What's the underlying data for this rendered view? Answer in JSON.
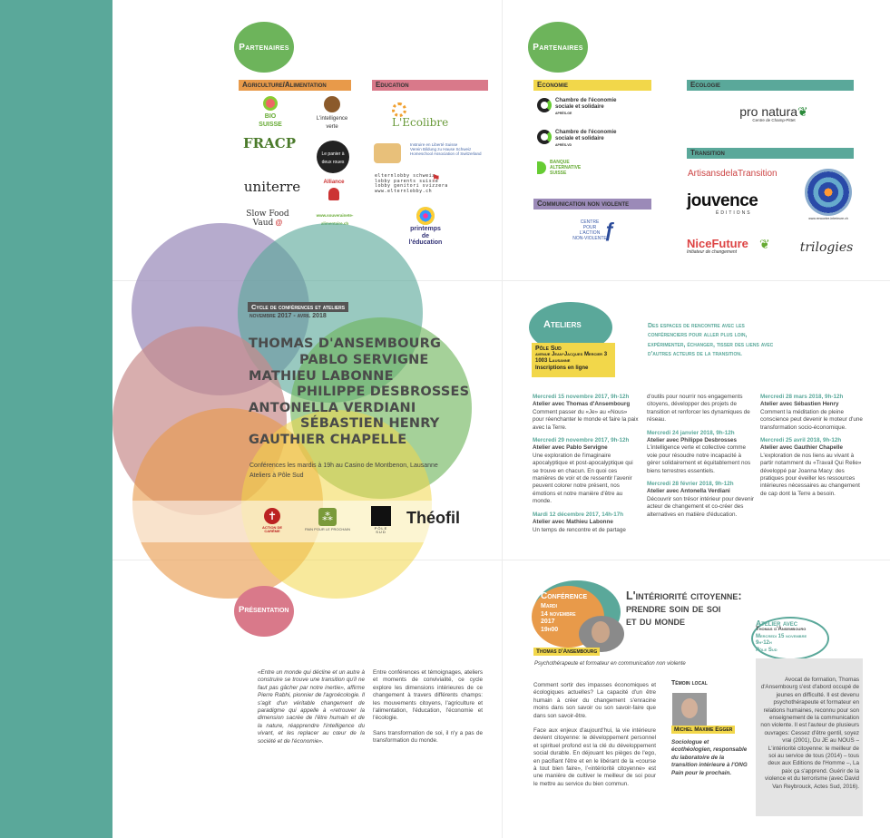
{
  "partners_left": {
    "heading": "Partenaires",
    "categories": {
      "agri": "Agriculture/Alimentation",
      "education": "Education"
    },
    "agri_logos": [
      "BIO SUISSE",
      "L'intelligence verte",
      "FRACP",
      "Le panier à deux roues",
      "uniterre",
      "Alliance",
      "Slow Food Vaud",
      "www.souverainete-alimentaire.ch"
    ],
    "edu_logos": {
      "ecolibre": "L'Ecolibre",
      "instruire": [
        "Instruire en Liberté Suisse",
        "Verein Bildung zu Hause Schweiz",
        "Homeschool Association of Switzerland"
      ],
      "elternlobby": [
        "elternlobby  schweiz",
        "lobby parents  suisse",
        "lobby genitori  svizzera",
        "www.elternlobby.ch"
      ],
      "printemps": [
        "printemps",
        "de l'éducation"
      ]
    }
  },
  "partners_right": {
    "heading": "Partenaires",
    "categories": {
      "economie": "Economie",
      "ecologie": "Ecologie",
      "cnv": "Communication non violente",
      "transition": "Transition"
    },
    "chambre": [
      "Chambre de l'économie",
      "sociale et solidaire",
      "APRÈS-GE"
    ],
    "chambre_vd": [
      "Chambre de l'économie",
      "sociale et solidaire",
      "APRÈS-VD"
    ],
    "banque": [
      "BANQUE",
      "ALTERNATIVE",
      "SUISSE"
    ],
    "cnv_logo": [
      "CENTRE",
      "POUR",
      "L'ACTION",
      "NON-VIOLENTE"
    ],
    "pronatura": [
      "pro natura",
      "Centre de Champ-Pittet"
    ],
    "artisans": "ArtisansdelaTransition",
    "jouvence": [
      "jouvence",
      "ÉDITIONS"
    ],
    "nicefuture": [
      "NiceFuture",
      "Initiateur de changement"
    ],
    "trilogies": "trilogies",
    "mandala_url": "www.rencontre-interieure.ch"
  },
  "cover": {
    "cycle": "Cycle de conférences et ateliers",
    "period": "novembre 2017 - avril 2018",
    "speakers": [
      "THOMAS D'ANSEMBOURG",
      "PABLO SERVIGNE",
      "MATHIEU LABONNE",
      "PHILIPPE DESBROSSES",
      "ANTONELLA VERDIANI",
      "SÉBASTIEN HENRY",
      "GAUTHIER CHAPELLE"
    ],
    "info1": "Conférences les mardis à 19h au Casino de Montbenon, Lausanne",
    "info2": "Ateliers à Pôle Sud",
    "sponsors": [
      "ACTION DE CARÊME",
      "PAIN POUR LE PROCHAIN",
      "PÔLE SUD",
      "Théofil"
    ]
  },
  "ateliers": {
    "heading": "Ateliers",
    "intro": "Des espaces de rencontre avec les conférenciers pour aller plus loin, expérimenter, échanger, tisser des liens avec d'autres acteurs de la transition.",
    "venue": [
      "Pôle Sud",
      "avenue Jean-Jacques Mercier 3",
      "1003 Lausanne",
      "Inscriptions en ligne"
    ],
    "col1": [
      {
        "date": "Mercredi 15 novembre 2017, 9h-12h",
        "title": "Atelier avec Thomas d'Ansembourg",
        "text": "Comment passer du «Je» au «Nous» pour réenchanter le monde et faire la paix avec la Terre."
      },
      {
        "date": "Mercredi 29 novembre 2017, 9h-12h",
        "title": "Atelier avec Pablo Servigne",
        "text": "Une exploration de l'imaginaire apocalyptique et post-apocalyptique qui se trouve en chacun. En quoi ces manières de voir et de ressentir l'avenir peuvent colorer notre présent, nos émotions et notre manière d'être au monde."
      },
      {
        "date": "Mardi 12 décembre 2017, 14h-17h",
        "title": "Atelier avec Mathieu Labonne",
        "text": "Un temps de rencontre et de partage"
      }
    ],
    "col2": [
      {
        "date": "",
        "title": "",
        "text": "d'outils pour nourrir nos engagements citoyens, développer des projets de transition et renforcer les dynamiques de réseau."
      },
      {
        "date": "Mercredi 24 janvier 2018, 9h-12h",
        "title": "Atelier avec Philippe Desbrosses",
        "text": "L'intelligence verte et collective comme voie pour résoudre notre incapacité à gérer solidairement et équitablement nos biens terrestres essentiels."
      },
      {
        "date": "Mercredi 28 février 2018, 9h-12h",
        "title": "Atelier avec Antonella Verdiani",
        "text": "Découvrir son trésor intérieur pour devenir acteur de changement et co-créer des alternatives en matière d'éducation."
      }
    ],
    "col3": [
      {
        "date": "Mercredi 28 mars 2018, 9h-12h",
        "title": "Atelier avec Sébastien Henry",
        "text": "Comment la méditation de pleine conscience peut devenir le moteur d'une transformation socio-économique."
      },
      {
        "date": "Mercredi 25 avril 2018, 9h-12h",
        "title": "Atelier avec Gauthier Chapelle",
        "text": "L'exploration de nos liens au vivant à partir notamment du «Travail Qui Relie» développé par Joanna Macy: des pratiques pour éveiller les ressources intérieures nécessaires au changement de cap dont la Terre a besoin."
      }
    ]
  },
  "presentation": {
    "heading": "Présentation",
    "col1": "«Entre un monde qui décline et un autre à construire se trouve une transition qu'il ne faut pas gâcher par notre inertie», affirme Pierre Rabhi, pionnier de l'agroécologie. Il s'agit d'un véritable changement de paradigme qui appelle à «retrouver la dimension sacrée de l'être humain et de la nature, réapprendre l'intelligence du vivant, et les replacer au cœur de la société et de l'économie».",
    "col2a": "Entre conférences et témoignages, ateliers et moments de convivialité, ce cycle explore les dimensions intérieures de ce changement à travers différents champs: les mouvements citoyens, l'agriculture et l'alimentation, l'éducation, l'économie et l'écologie.",
    "col2b": "Sans transformation de soi, il n'y a pas de transformation du monde."
  },
  "conference": {
    "label": "Conférence",
    "day": "Mardi",
    "date": "14 novembre",
    "year": "2017",
    "time": "19h00",
    "speaker_tag": "Thomas d'Ansembourg",
    "title_line1": "L'intériorité citoyenne:",
    "title_line2": "prendre soin de soi",
    "title_line3": "et du monde",
    "subtitle": "Psychothérapeute et formateur en communication non violente",
    "para1": "Comment sortir des impasses économiques et écologiques actuelles? La capacité d'un être humain à créer du changement s'enracine moins dans son savoir ou son savoir-faire que dans son savoir-être.",
    "para2": "Face aux enjeux d'aujourd'hui, la vie intérieure devient citoyenne: le développement personnel et spirituel profond est la clé du développement social durable. En déjouant les pièges de l'ego, en pacifiant l'être et en le libérant de la «course à tout bien faire», l'«intériorité citoyenne» est une manière de cultiver le meilleur de soi pour le mettre au service du bien commun.",
    "witness_heading": "Témoin local",
    "witness_name": "Michel Maxime Egger",
    "witness_desc": "Sociologue et écothéologien, responsable du laboratoire de la transition intérieure à l'ONG Pain pour le prochain.",
    "atelier_box": [
      "Atelier avec",
      "Thomas d'Ansembourg",
      "Mercredi 15 novembre",
      "9h-12h",
      "Pôle Sud"
    ],
    "bio": "Avocat de formation, Thomas d'Ansembourg s'est d'abord occupé de jeunes en difficulté. Il est devenu psychothérapeute et formateur en relations humaines, reconnu pour son enseignement de la communication non violente. Il est l'auteur de plusieurs ouvrages: Cessez d'être gentil, soyez vrai (2001), Du JE au NOUS – L'intériorité citoyenne: le meilleur de soi au service de tous (2014) – tous deux aux Editions de l'Homme –, La paix ça s'apprend. Guérir de la violence et du terrorisme (avec David Van Reybrouck, Actes Sud, 2016)."
  },
  "colors": {
    "teal": "#5aa89a",
    "green": "#6db45b",
    "orange": "#e89a4a",
    "pink": "#d9798a",
    "yellow": "#f2d74a",
    "purple": "#9b8ab8",
    "mauve": "#c9728a"
  }
}
